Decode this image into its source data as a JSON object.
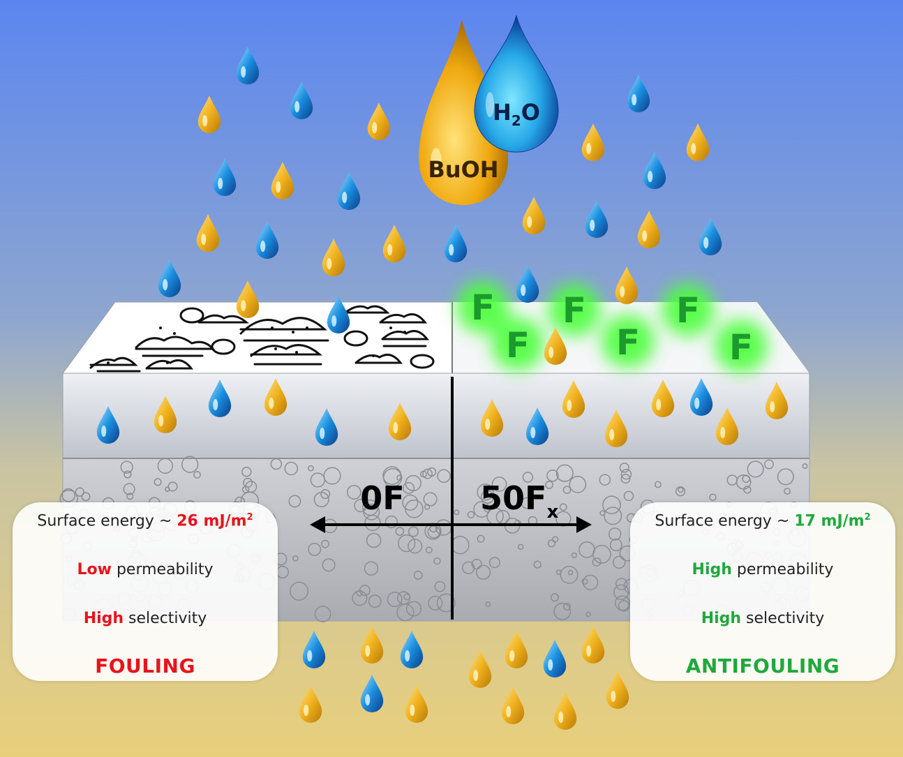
{
  "big_drops": {
    "oil_label": "BuOH",
    "water_label": "H",
    "water_sub": "2",
    "water_label_end": "O"
  },
  "membrane": {
    "left_label": "0F",
    "right_label": "50F",
    "right_sub": "x",
    "fluorine_symbol": "F"
  },
  "left_panel": {
    "line1_text": "Surface energy ~ ",
    "line1_value": "26 mJ/m",
    "line1_sup": "2",
    "line2_highlight": "Low",
    "line2_text": " permeability",
    "line3_highlight": "High",
    "line3_text": " selectivity",
    "verdict": "FOULING",
    "accent_color": "#e8141b"
  },
  "right_panel": {
    "line1_text": "Surface energy ~ ",
    "line1_value": "17 mJ/m",
    "line1_sup": "2",
    "line2_highlight": "High",
    "line2_text": " permeability",
    "line3_highlight": "High",
    "line3_text": " selectivity",
    "verdict": "ANTIFOULING",
    "accent_color": "#20a83c"
  },
  "colors": {
    "oil_drop": "#f0b11c",
    "water_drop": "#1a8ee0",
    "fluorine_glow": "#4cff3a"
  }
}
